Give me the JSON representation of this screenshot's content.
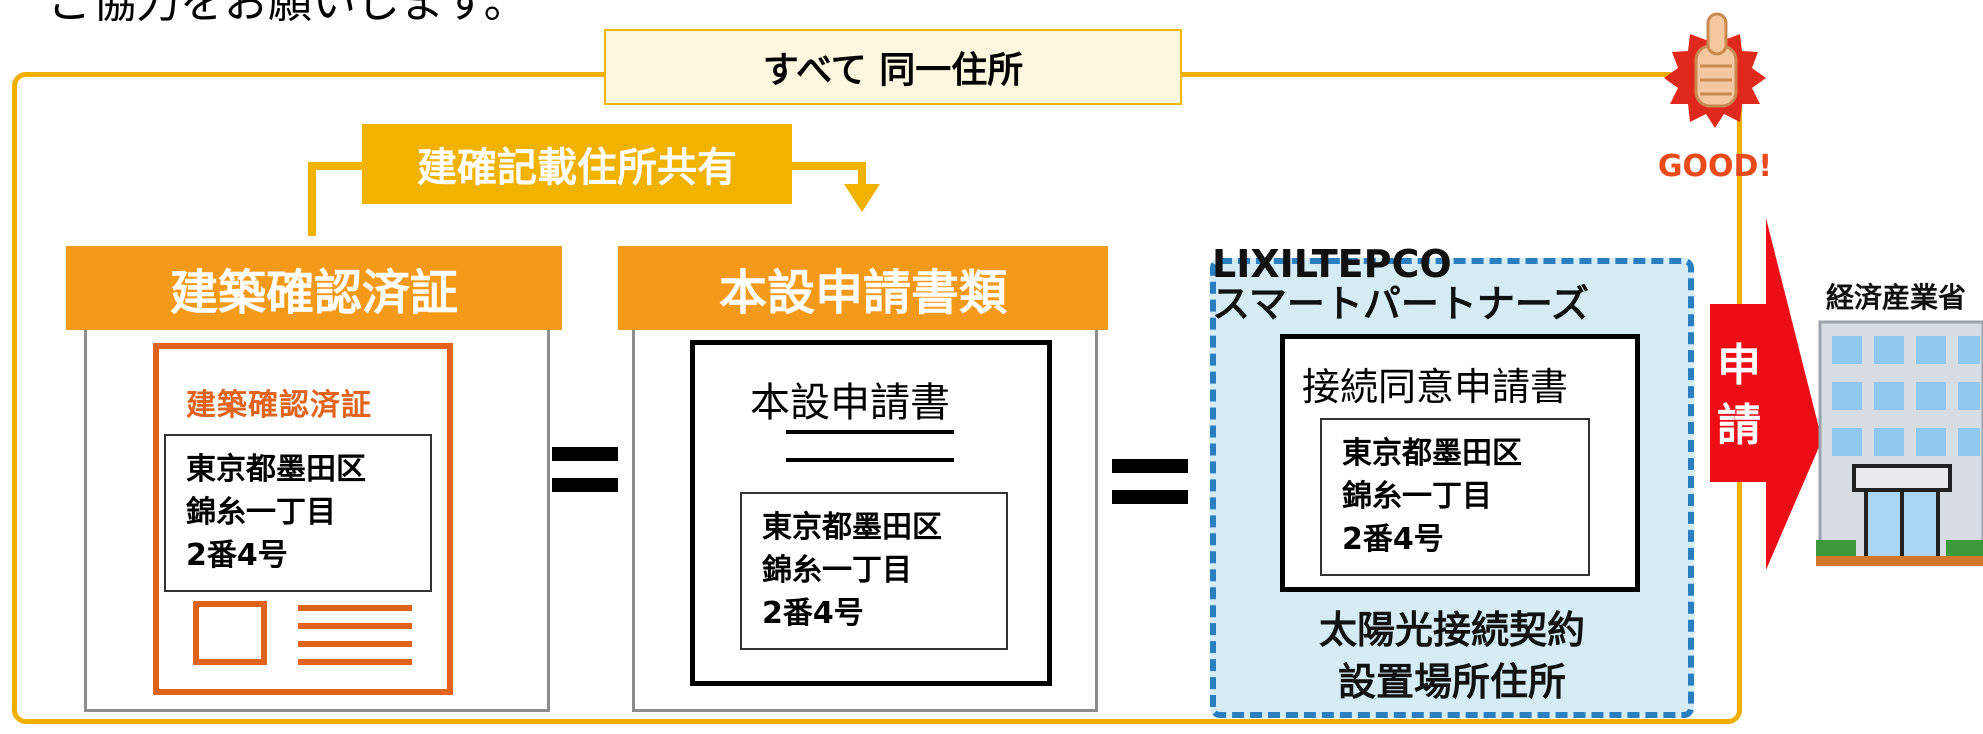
{
  "intro_text": "ご協力をお願いします。",
  "same_address_label": "すべて 同一住所",
  "shared_badge_label": "建確記載住所共有",
  "good_badge": {
    "text": "GOOD!",
    "icon": "thumbs-up-icon"
  },
  "building_cert": {
    "header": "建築確認済証",
    "doc_label": "建築確認済証",
    "address": [
      "東京都墨田区",
      "錦糸一丁目",
      "2番4号"
    ]
  },
  "main_application": {
    "header": "本設申請書類",
    "doc_label": "本設申請書",
    "address": [
      "東京都墨田区",
      "錦糸一丁目",
      "2番4号"
    ]
  },
  "partner": {
    "name_line1": "LIXILTEPCO",
    "name_line2": "スマートパートナーズ",
    "doc_label": "接続同意申請書",
    "address": [
      "東京都墨田区",
      "錦糸一丁目",
      "2番4号"
    ],
    "caption_line1": "太陽光接続契約",
    "caption_line2": "設置場所住所"
  },
  "apply_arrow": {
    "chars": [
      "申",
      "請"
    ]
  },
  "ministry": {
    "label": "経済産業省",
    "icon": "government-building-icon"
  },
  "colors": {
    "frame_yellow": "#f1b000",
    "header_orange": "#f59a18",
    "cert_orange": "#e2641c",
    "panel_blue": "#d6ecf5",
    "dash_blue": "#2a7fc1",
    "arrow_red": "#ee0c16"
  }
}
